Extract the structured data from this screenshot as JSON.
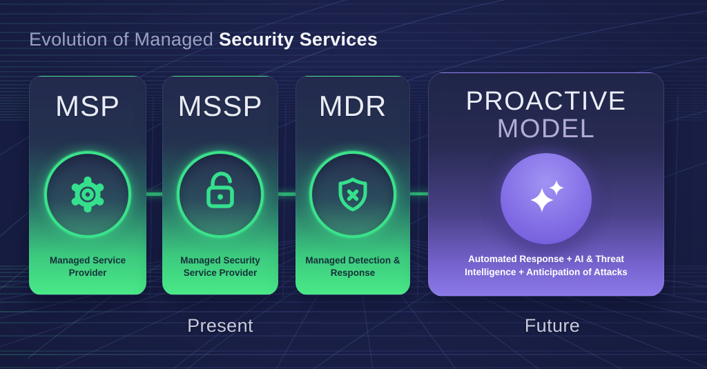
{
  "title": {
    "muted": "Evolution of Managed ",
    "strong": "Security Services"
  },
  "cards": [
    {
      "id": "msp",
      "title": "MSP",
      "subtitle": "Managed Service Provider",
      "icon": "gear-icon"
    },
    {
      "id": "mssp",
      "title": "MSSP",
      "subtitle": "Managed Security Service Provider",
      "icon": "unlocked-padlock-icon"
    },
    {
      "id": "mdr",
      "title": "MDR",
      "subtitle": "Managed Detection & Response",
      "icon": "shield-x-icon"
    }
  ],
  "proactive": {
    "title_line1": "PROACTIVE",
    "title_line2": "MODEL",
    "subtitle": "Automated Response + AI & Threat Intelligence + Anticipation of Attacks",
    "icon": "sparkles-icon"
  },
  "timeline": {
    "present_label": "Present",
    "future_label": "Future"
  },
  "flow": {
    "arrow_icon": "arrow-right-icon"
  },
  "colors": {
    "accent_green": "#3be28a",
    "bright_green": "#49e987",
    "accent_purple": "#8b79e8",
    "background_navy": "#1a2049",
    "title_muted": "#9ba2c2",
    "title_strong": "#f5f6fb"
  }
}
